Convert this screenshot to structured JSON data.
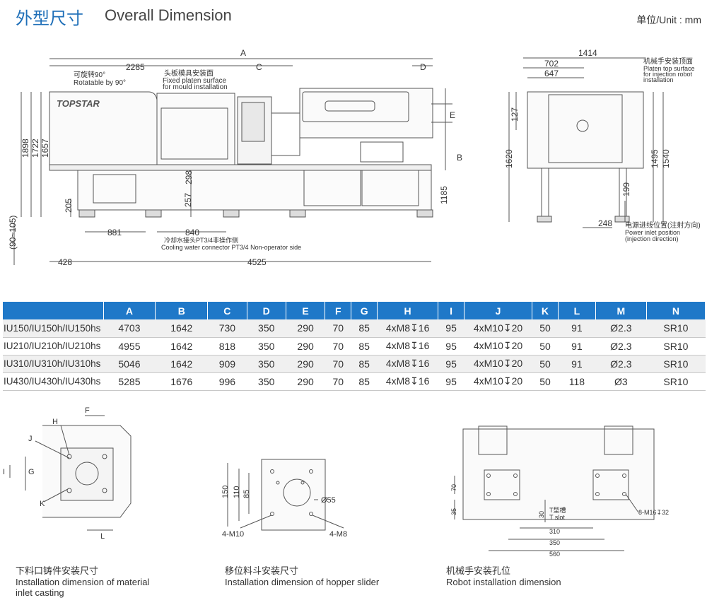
{
  "header": {
    "title_cn": "外型尺寸",
    "title_en": "Overall Dimension",
    "unit": "单位/Unit : mm"
  },
  "main_drawing": {
    "labels": {
      "A": "A",
      "C": "C",
      "D": "D",
      "E": "E",
      "B": "B",
      "d2285": "2285",
      "d1898": "1898",
      "d1722": "1722",
      "d1657": "1657",
      "d205": "205",
      "d298": "298",
      "d257": "257",
      "d1185": "1185",
      "d881": "881",
      "d840": "840",
      "d428": "428",
      "d4525": "4525",
      "d90_105": "(90~105)"
    },
    "rotate_cn": "可旋转90°",
    "rotate_en": "Rotatable by 90°",
    "platen_cn": "头板模具安装面",
    "platen_en1": "Fixed platen surface",
    "platen_en2": "for mould installation",
    "cooling_cn": "冷却水接头PT3/4非操作侧",
    "cooling_en": "Cooling water connector PT3/4 Non-operator side",
    "brand": "TOPSTAR"
  },
  "side_drawing": {
    "labels": {
      "d1414": "1414",
      "d702": "702",
      "d647": "647",
      "d127": "127",
      "d1620": "1620",
      "d1495": "1495",
      "d1540": "1540",
      "d199": "199",
      "d248": "248"
    },
    "robot_cn": "机械手安装顶面",
    "robot_en1": "Platen top surface",
    "robot_en2": "for injection robot",
    "robot_en3": "installation",
    "power_cn": "电源进线位置(注射方向)",
    "power_en1": "Power inlet position",
    "power_en2": "(injection direction)"
  },
  "table": {
    "headers": [
      "",
      "A",
      "B",
      "C",
      "D",
      "E",
      "F",
      "G",
      "H",
      "I",
      "J",
      "K",
      "L",
      "M",
      "N"
    ],
    "rows": [
      [
        "IU150/IU150h/IU150hs",
        "4703",
        "1642",
        "730",
        "350",
        "290",
        "70",
        "85",
        "4xM8↧16",
        "95",
        "4xM10↧20",
        "50",
        "91",
        "Ø2.3",
        "SR10"
      ],
      [
        "IU210/IU210h/IU210hs",
        "4955",
        "1642",
        "818",
        "350",
        "290",
        "70",
        "85",
        "4xM8↧16",
        "95",
        "4xM10↧20",
        "50",
        "91",
        "Ø2.3",
        "SR10"
      ],
      [
        "IU310/IU310h/IU310hs",
        "5046",
        "1642",
        "909",
        "350",
        "290",
        "70",
        "85",
        "4xM8↧16",
        "95",
        "4xM10↧20",
        "50",
        "91",
        "Ø2.3",
        "SR10"
      ],
      [
        "IU430/IU430h/IU430hs",
        "5285",
        "1676",
        "996",
        "350",
        "290",
        "70",
        "85",
        "4xM8↧16",
        "95",
        "4xM10↧20",
        "50",
        "118",
        "Ø3",
        "SR10"
      ]
    ]
  },
  "detail1": {
    "labels": {
      "F": "F",
      "H": "H",
      "J": "J",
      "I": "I",
      "G": "G",
      "K": "K",
      "L": "L"
    },
    "caption_cn": "下料口铸件安装尺寸",
    "caption_en1": "Installation dimension of material",
    "caption_en2": "inlet casting"
  },
  "detail2": {
    "labels": {
      "d150": "150",
      "d110": "110",
      "d85": "85",
      "d55": "Ø55",
      "m10": "4-M10",
      "m8": "4-M8"
    },
    "caption_cn": "移位料斗安装尺寸",
    "caption_en": "Installation dimension of hopper slider"
  },
  "detail3": {
    "labels": {
      "d70": "70",
      "d35": "35",
      "d30": "30",
      "tslot_cn": "T型槽",
      "tslot_en": "T slot",
      "m16": "8-M16↧32",
      "d310": "310",
      "d350": "350",
      "d560": "560"
    },
    "caption_cn": "机械手安装孔位",
    "caption_en": "Robot installation dimension"
  }
}
